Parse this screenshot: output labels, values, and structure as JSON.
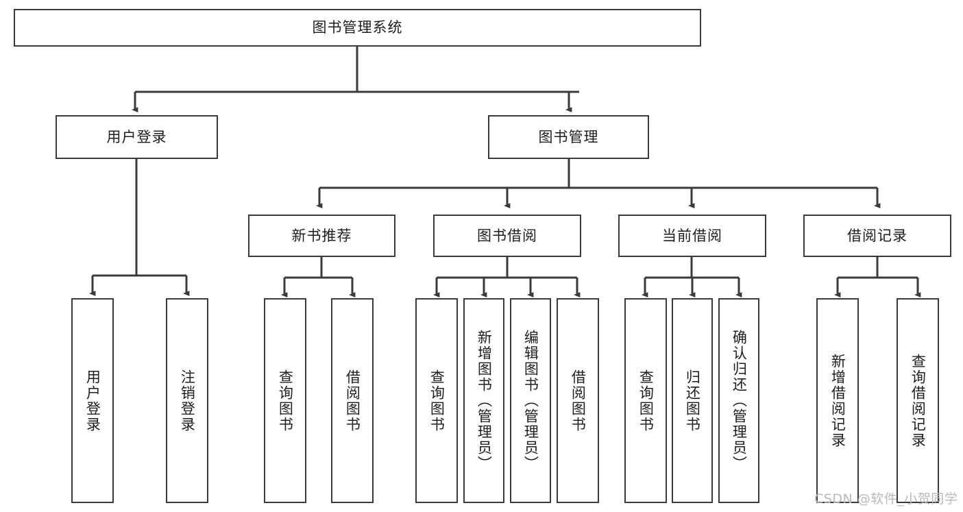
{
  "diagram": {
    "title": "图书管理系统",
    "type": "tree-hierarchy",
    "root": {
      "label": "图书管理系统"
    },
    "level2": [
      {
        "label": "用户登录"
      },
      {
        "label": "图书管理"
      }
    ],
    "level3": [
      {
        "label": "新书推荐"
      },
      {
        "label": "图书借阅"
      },
      {
        "label": "当前借阅"
      },
      {
        "label": "借阅记录"
      }
    ],
    "leaves": {
      "user_login": [
        {
          "label": "用户登录"
        },
        {
          "label": "注销登录"
        }
      ],
      "new_book_recommend": [
        {
          "label": "查询图书"
        },
        {
          "label": "借阅图书"
        }
      ],
      "book_borrow": [
        {
          "label": "查询图书"
        },
        {
          "label": "新增图书（管理员）"
        },
        {
          "label": "编辑图书（管理员）"
        },
        {
          "label": "借阅图书"
        }
      ],
      "current_borrow": [
        {
          "label": "查询图书"
        },
        {
          "label": "归还图书"
        },
        {
          "label": "确认归还（管理员）"
        }
      ],
      "borrow_record": [
        {
          "label": "新增借阅记录"
        },
        {
          "label": "查询借阅记录"
        }
      ]
    }
  },
  "watermark": {
    "text": "CSDN @软件_小贺同学"
  },
  "colors": {
    "stroke": "#3a3a3a",
    "text": "#1d1d1d",
    "background": "#ffffff",
    "watermark": "#b9b9b9"
  }
}
